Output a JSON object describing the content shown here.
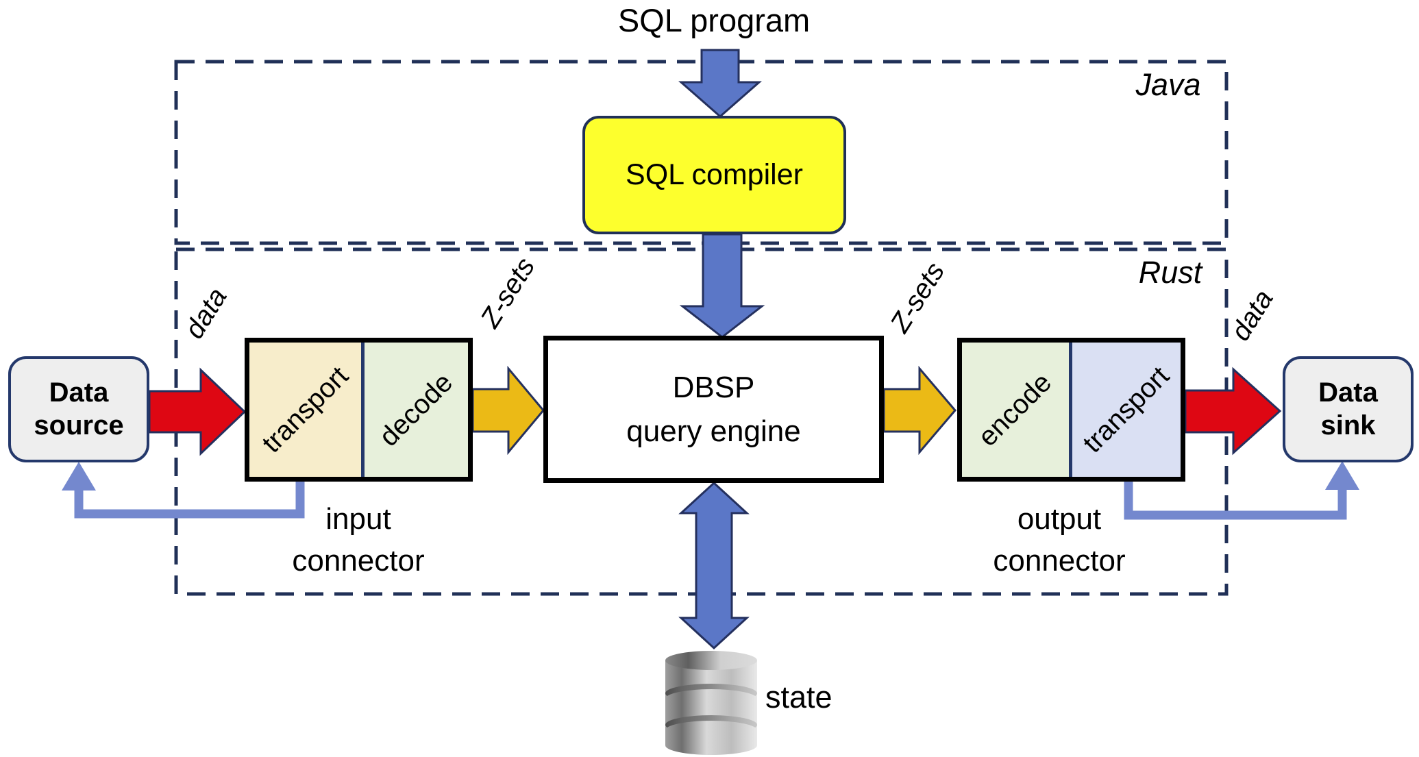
{
  "diagram": {
    "title": "SQL program",
    "java_region": {
      "label": "Java"
    },
    "rust_region": {
      "label": "Rust"
    },
    "sql_compiler": {
      "label": "SQL compiler"
    },
    "data_source": {
      "line1": "Data",
      "line2": "source"
    },
    "data_sink": {
      "line1": "Data",
      "line2": "sink"
    },
    "dbsp": {
      "line1": "DBSP",
      "line2": "query engine"
    },
    "input_connector": {
      "transport": "transport",
      "decode": "decode",
      "caption_line1": "input",
      "caption_line2": "connector"
    },
    "output_connector": {
      "encode": "encode",
      "transport": "transport",
      "caption_line1": "output",
      "caption_line2": "connector"
    },
    "state": {
      "label": "state"
    },
    "edge_labels": {
      "data_in": "data",
      "zsets_in": "Z-sets",
      "zsets_out": "Z-sets",
      "data_out": "data"
    },
    "colors": {
      "region_border": "#203057",
      "compiler_fill": "#FDFF2D",
      "blue_arrow": "#5B77C7",
      "red_arrow": "#DE0713",
      "gold_arrow": "#EBBA16",
      "feedback_line": "#7488CE",
      "transport_in_fill": "#F7EDCB",
      "decode_fill": "#E7F0DB",
      "encode_fill": "#E7F0DB",
      "transport_out_fill": "#DAE0F3",
      "terminal_fill": "#EEEEEE",
      "terminal_border": "#24386B"
    }
  }
}
